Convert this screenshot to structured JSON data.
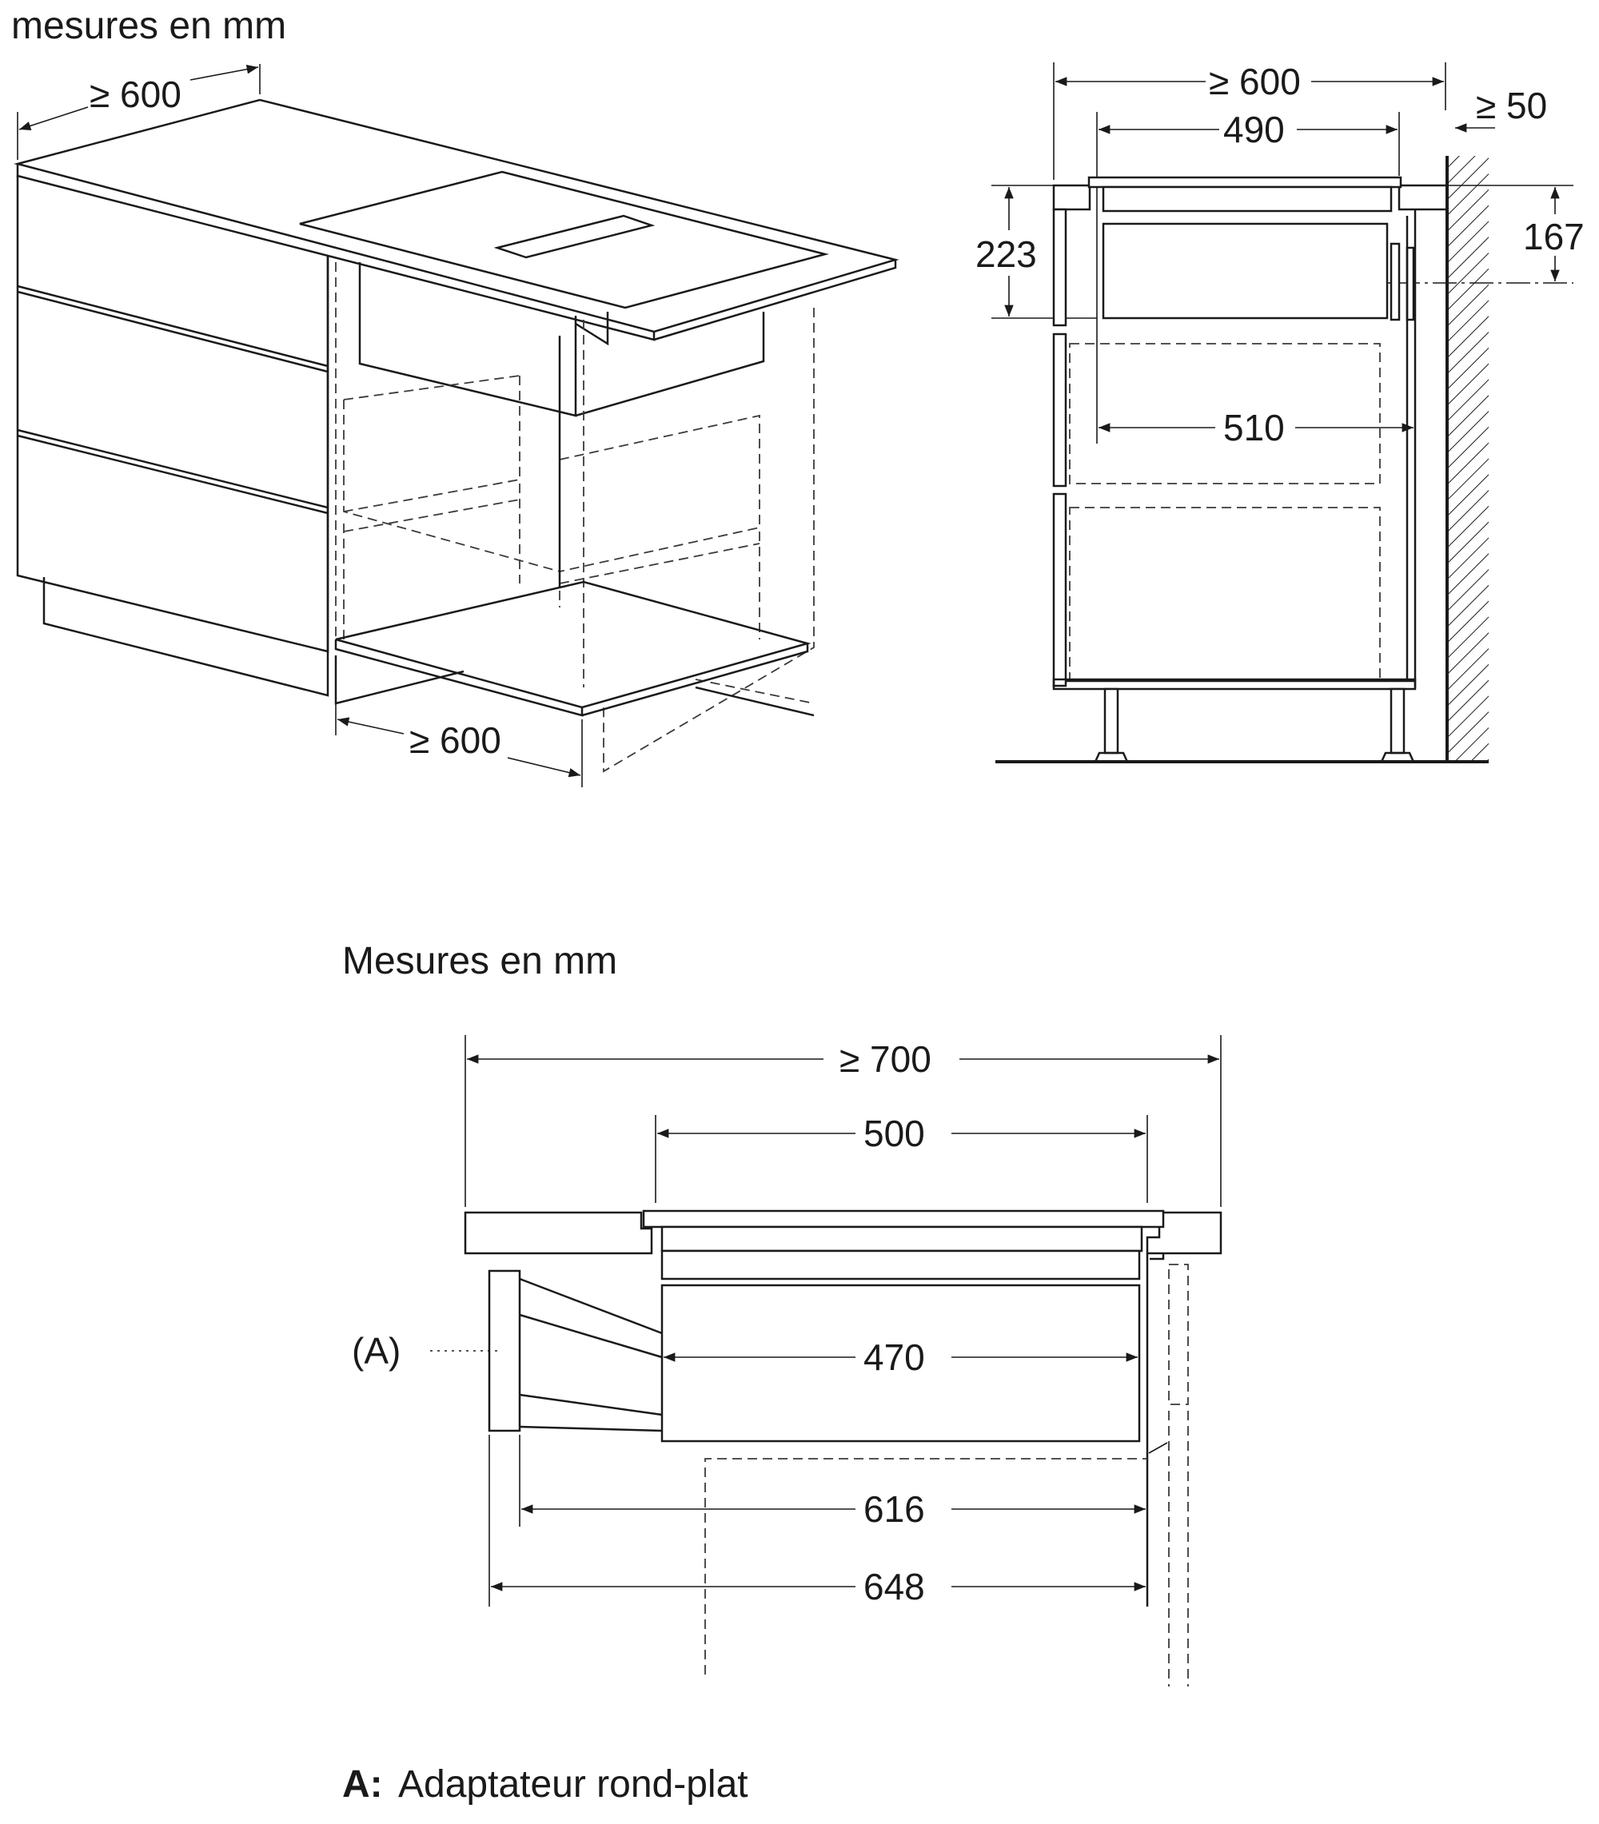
{
  "figure1": {
    "caption": "mesures en mm",
    "dim_depth_top": "≥ 600",
    "dim_depth_bottom": "≥ 600"
  },
  "figure2": {
    "dim_width_outer": "≥ 600",
    "dim_width_inner": "490",
    "dim_wall_gap": "≥ 50",
    "dim_height_total": "223",
    "dim_height_duct": "167",
    "dim_cabinet_inner": "510"
  },
  "figure3": {
    "caption": "Mesures en mm",
    "dim_width_total": "≥ 700",
    "dim_cutout": "500",
    "dim_unit": "470",
    "dim_616": "616",
    "dim_648": "648",
    "label_a_bracket": "(A)",
    "legend_key": "A:",
    "legend_text": "Adaptateur rond-plat"
  },
  "colors": {
    "line": "#1a1a1a",
    "shelf": "#f2f2f2"
  }
}
